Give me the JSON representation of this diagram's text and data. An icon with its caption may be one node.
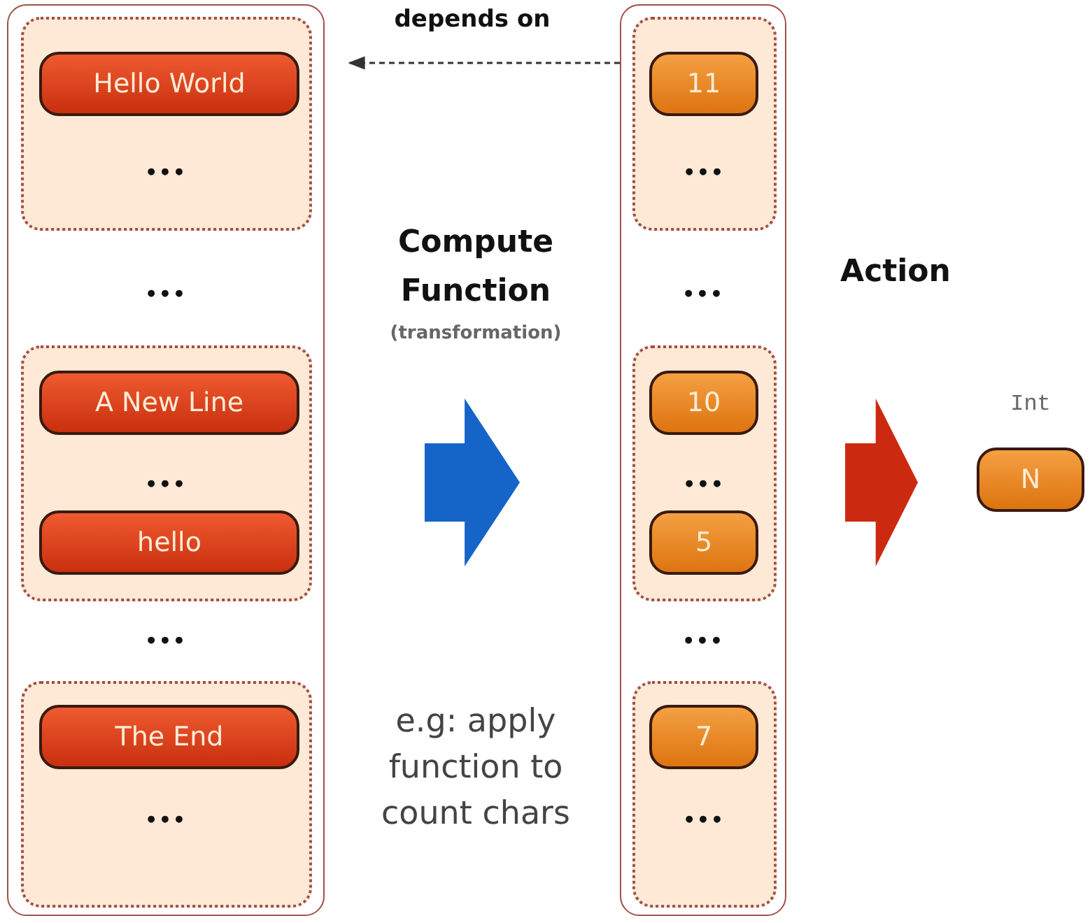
{
  "diagram": {
    "nodes": [
      {
        "text": [
          "•••",
          "•••"
        ]
      },
      {
        "text": [
          "•••"
        ],
        "in": 0
      },
      {
        "text": [
          "Hello World"
        ],
        "in": 1
      },
      {
        "text": [
          "•••"
        ],
        "in": 0
      },
      {
        "text": [
          "A New Line"
        ],
        "in": 3
      },
      {
        "text": [
          "hello"
        ],
        "in": 3
      },
      {
        "text": [
          "•••"
        ],
        "in": 0
      },
      {
        "text": [
          "The End"
        ],
        "in": 6
      },
      {
        "text": [
          "•••",
          "•••"
        ]
      },
      {
        "text": [
          "•••"
        ],
        "in": 8
      },
      {
        "text": [
          "11"
        ],
        "in": 9
      },
      {
        "text": [
          "•••"
        ],
        "in": 8
      },
      {
        "text": [
          "10"
        ],
        "in": 11
      },
      {
        "text": [
          "5"
        ],
        "in": 11
      },
      {
        "text": [
          "•••"
        ],
        "in": 8
      },
      {
        "text": [
          "7"
        ],
        "in": 14
      },
      {
        "text": [
          "N"
        ],
        "beside": [
          "Int"
        ]
      }
    ],
    "edges": [
      {
        "from": 8,
        "to": 0,
        "arrow": "to",
        "label": "depends on",
        "style": "dashed"
      },
      {
        "from": 0,
        "to": 8,
        "arrow": "to",
        "style": "thick",
        "color": "#1565c8"
      },
      {
        "from": 8,
        "to": 16,
        "arrow": "to",
        "style": "thick",
        "color": "#cc2a10"
      }
    ],
    "labels": [
      "Compute Function",
      "(transformation)",
      "e.g: apply function to count chars",
      "Action"
    ]
  }
}
